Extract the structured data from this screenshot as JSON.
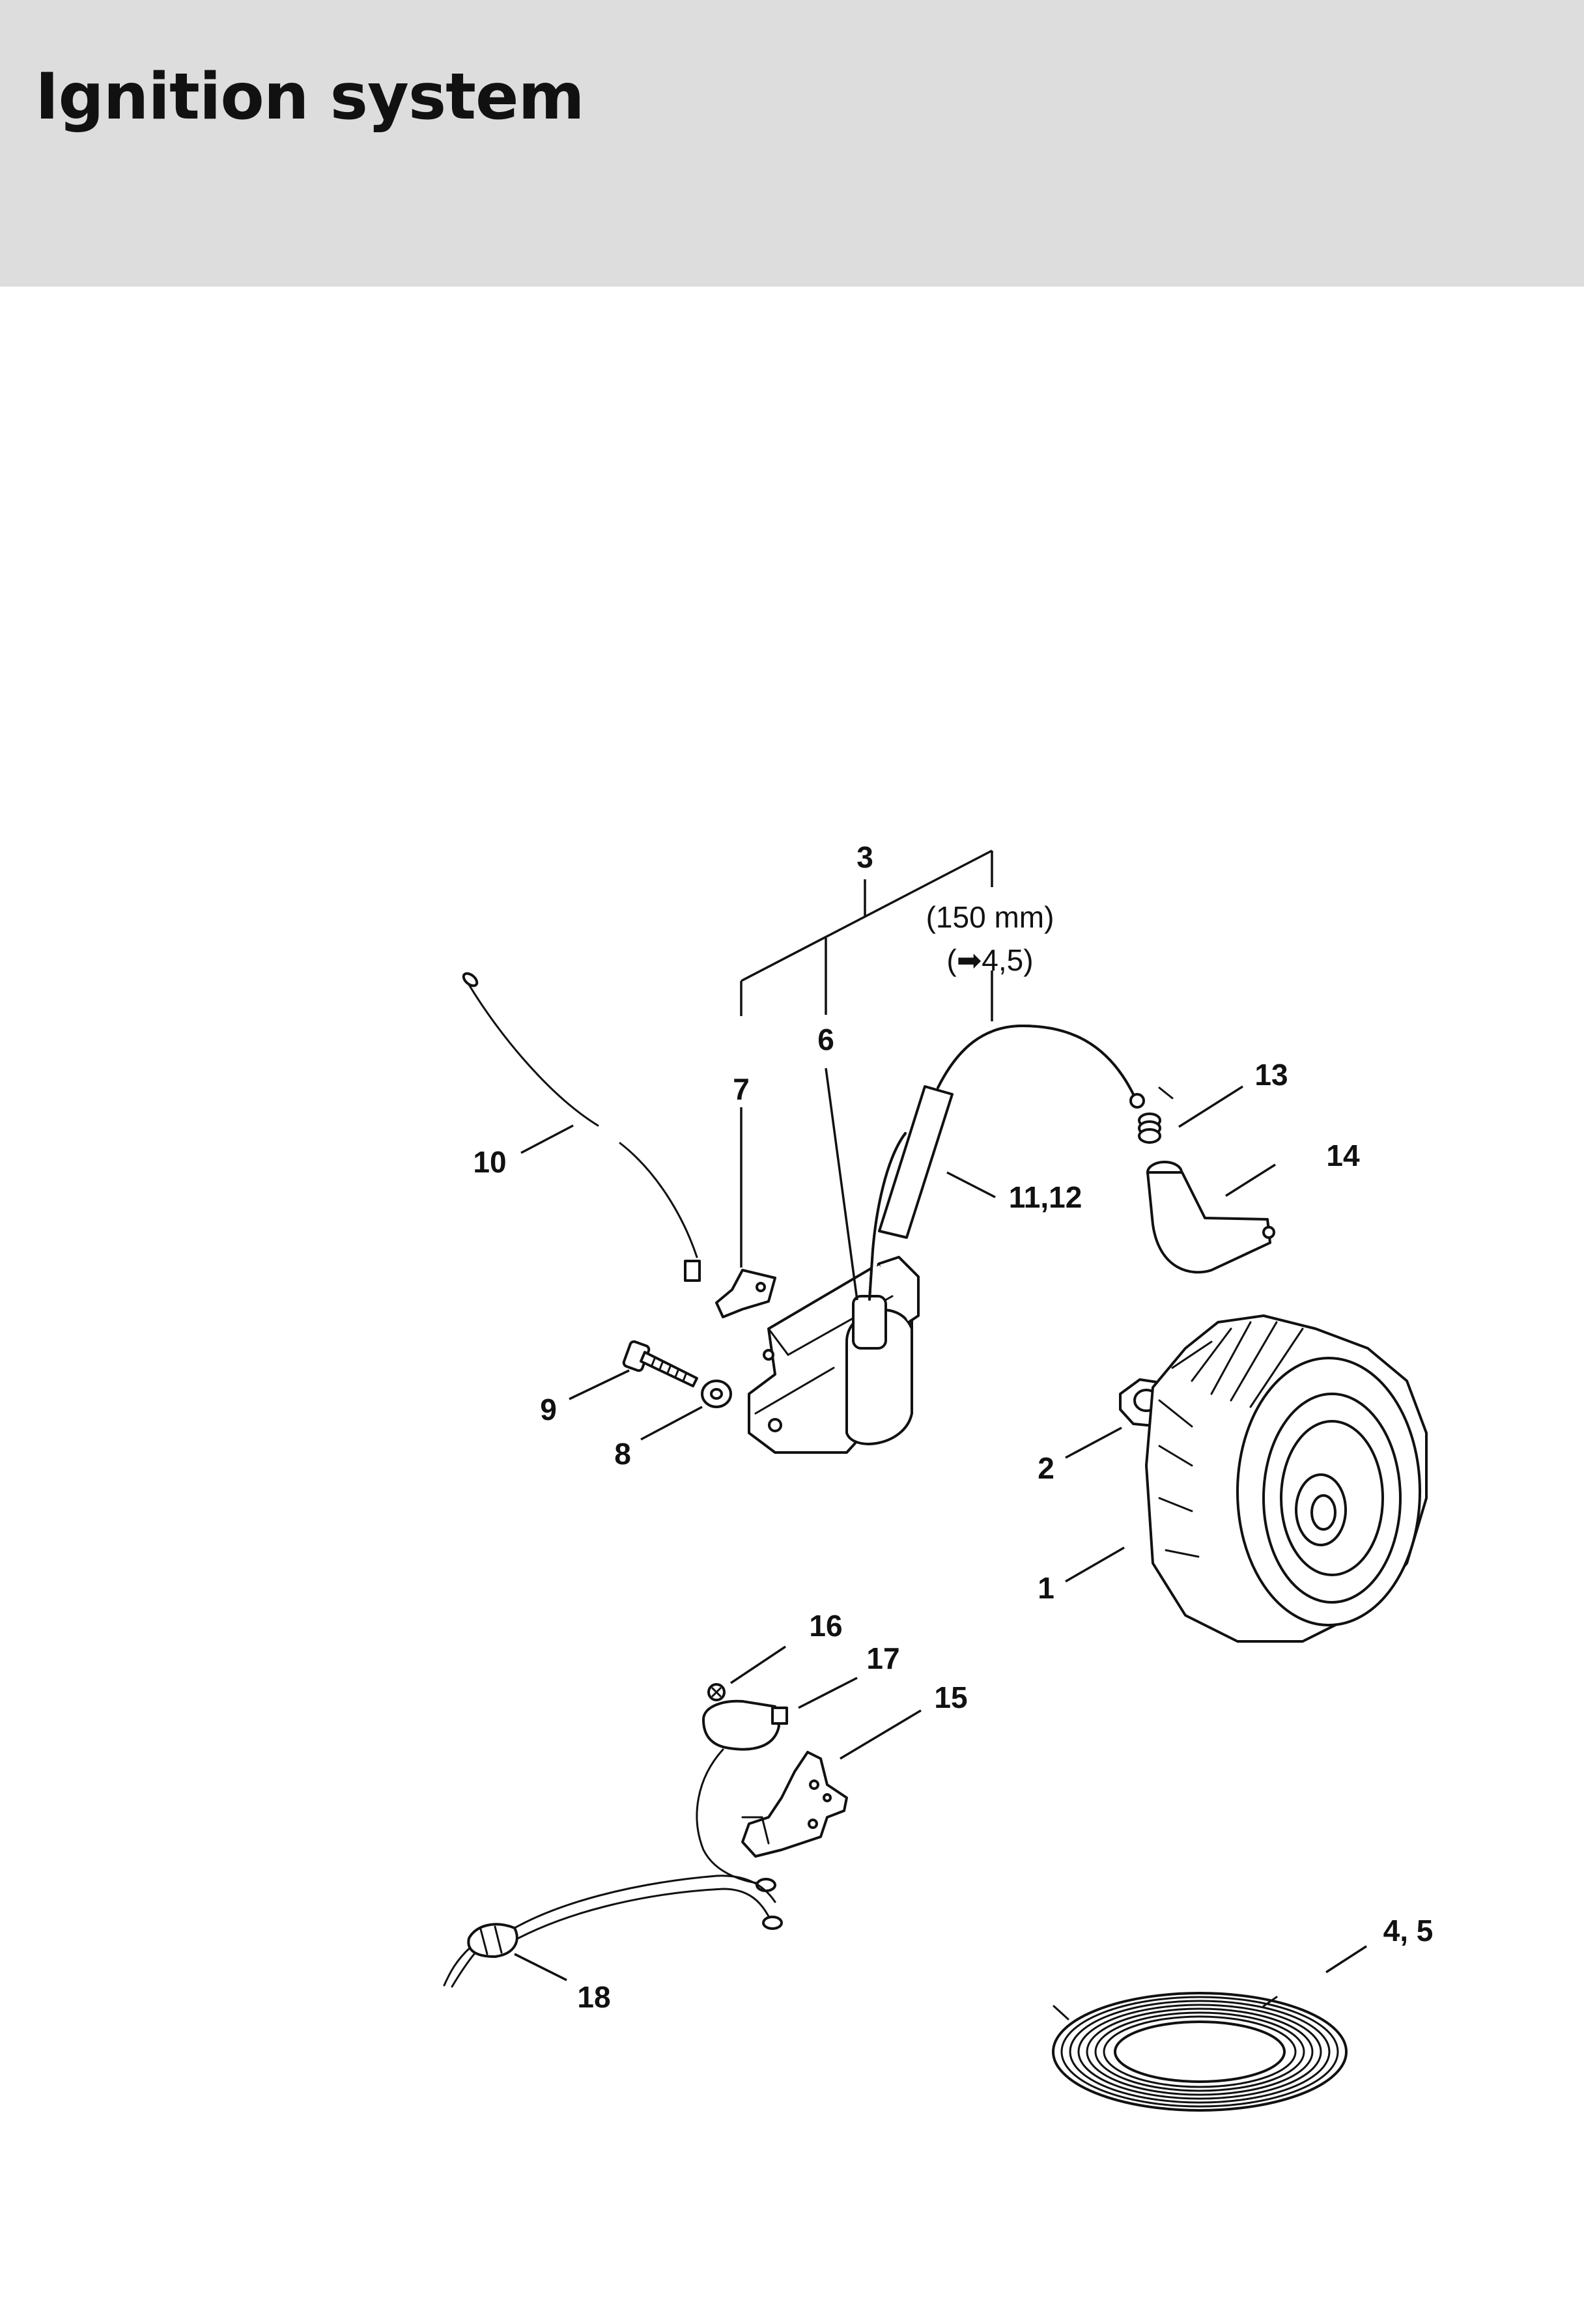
{
  "page": {
    "title": "Ignition system"
  },
  "diagram": {
    "callouts": {
      "c1": "1",
      "c2": "2",
      "c3": "3",
      "c45": "4, 5",
      "c6": "6",
      "c7": "7",
      "c8": "8",
      "c9": "9",
      "c10": "10",
      "c1112": "11,12",
      "c13": "13",
      "c14": "14",
      "c15": "15",
      "c16": "16",
      "c17": "17",
      "c18": "18"
    },
    "notes": {
      "length": "(150 mm)",
      "reference": "(➡4,5)"
    }
  }
}
